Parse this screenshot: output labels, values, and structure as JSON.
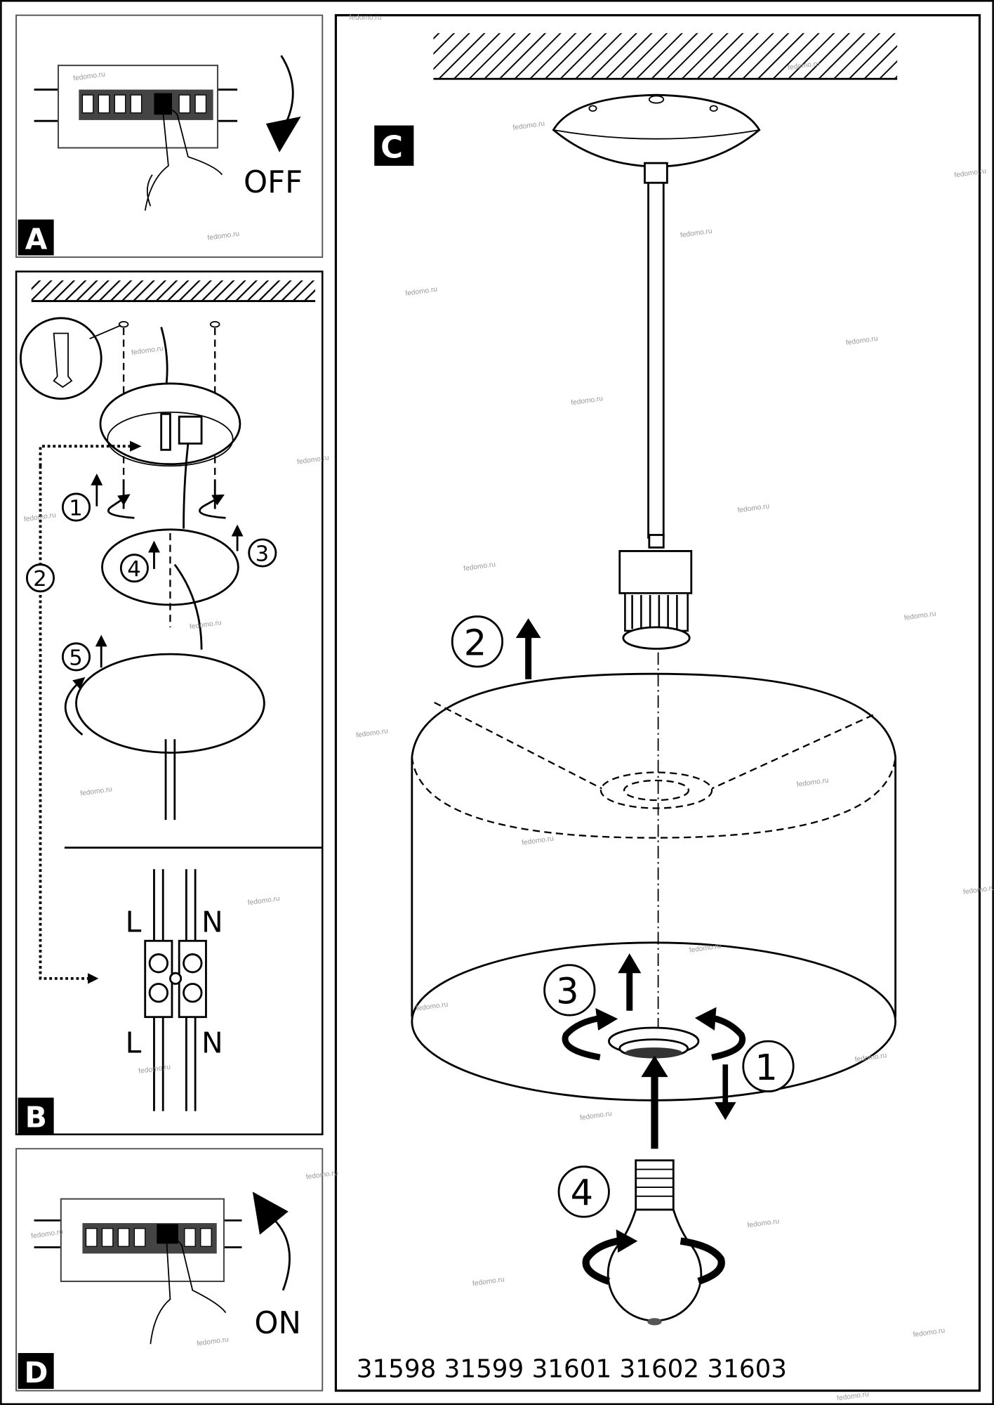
{
  "panels": {
    "a": {
      "label": "A",
      "switch_text": "OFF"
    },
    "b": {
      "label": "B",
      "steps": [
        "1",
        "2",
        "3",
        "4",
        "5"
      ],
      "terminal_top": [
        "L",
        "N"
      ],
      "terminal_bottom": [
        "L",
        "N"
      ]
    },
    "c": {
      "label": "C",
      "steps": [
        "1",
        "2",
        "3",
        "4"
      ],
      "model_numbers": "31598 31599 31601 31602 31603"
    },
    "d": {
      "label": "D",
      "switch_text": "ON"
    }
  },
  "watermark": "fedomo.ru",
  "colors": {
    "ink": "#000000",
    "background": "#ffffff",
    "watermark": "#999999"
  }
}
